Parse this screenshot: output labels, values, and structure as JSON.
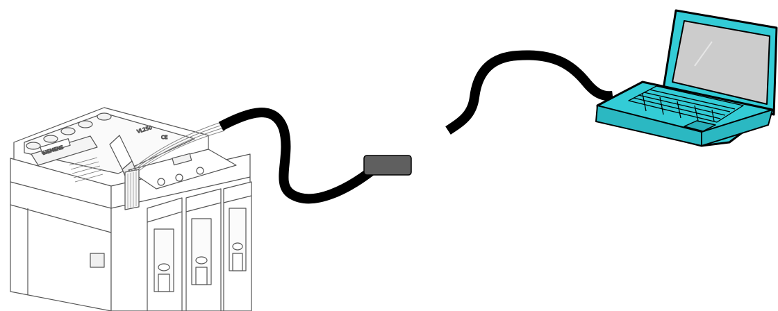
{
  "diagram": {
    "breaker": {
      "brand_text": "SIEMENS",
      "model_text": "VL250",
      "ce_mark": "CE"
    },
    "colors": {
      "cable": "#000000",
      "adapter": "#5f5f5f",
      "laptop_body": "#33ccd6",
      "laptop_screen": "#cccccc",
      "outline": "#000000"
    }
  }
}
